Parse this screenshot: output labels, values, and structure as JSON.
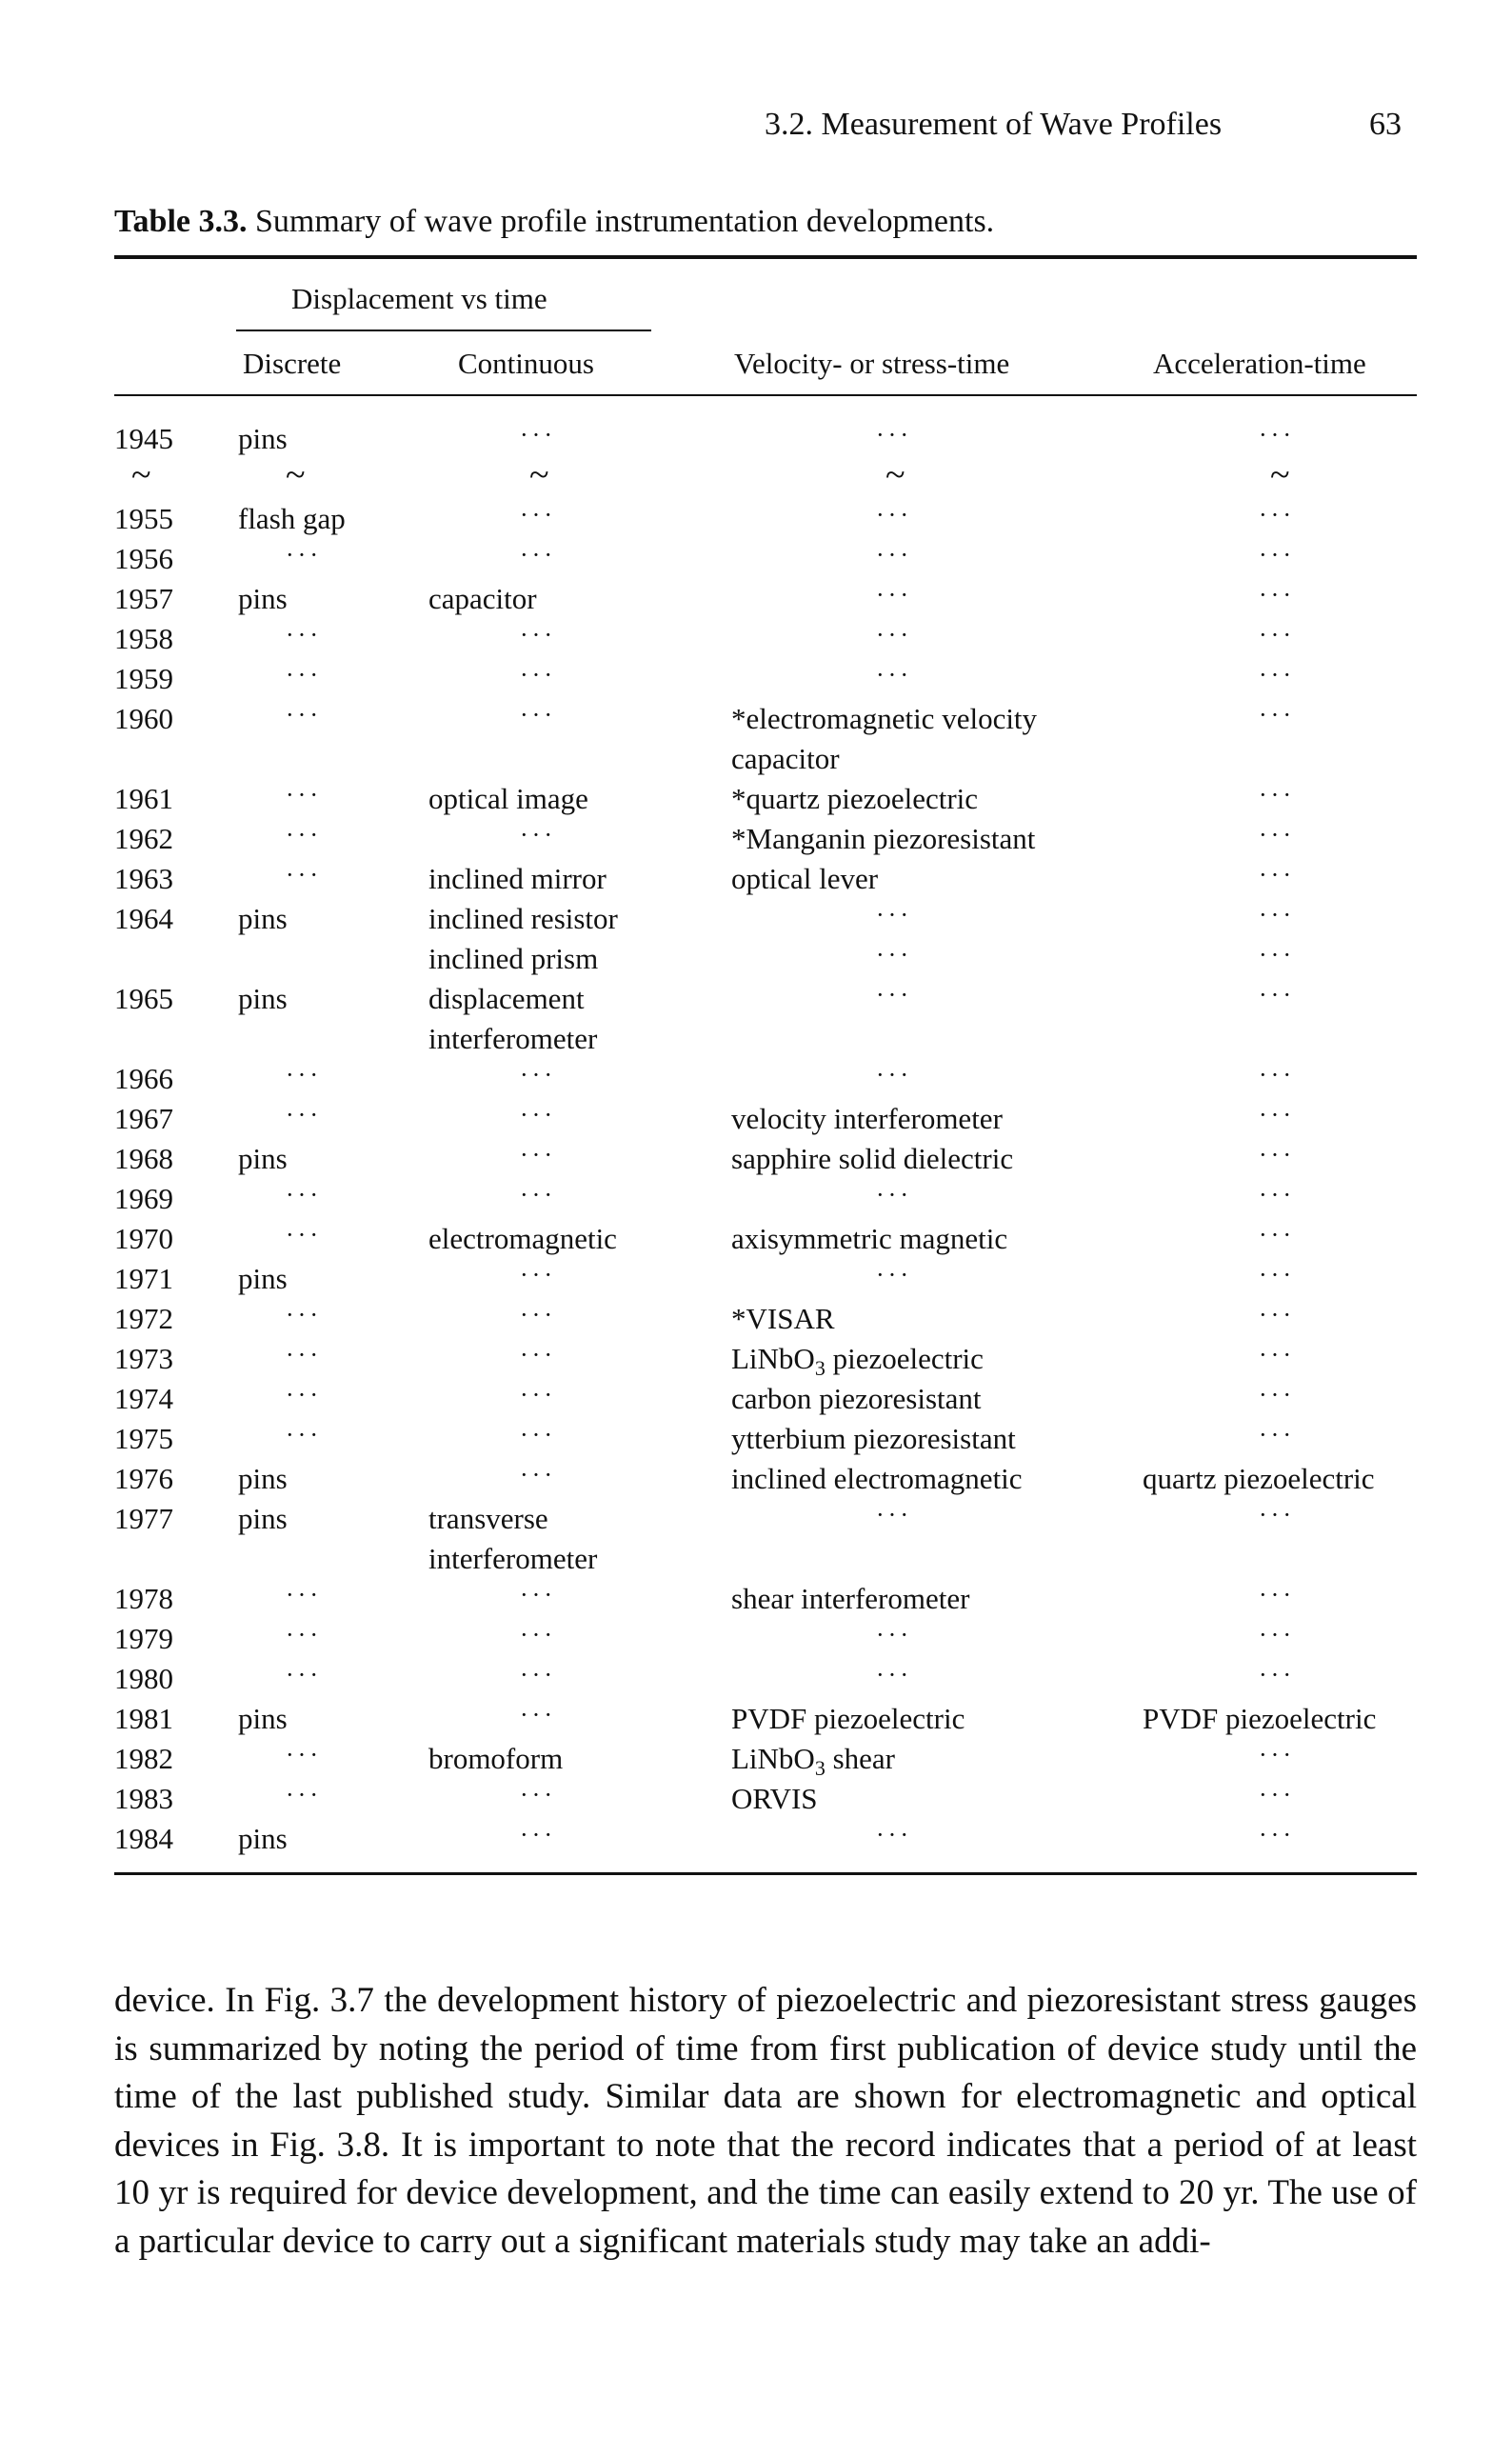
{
  "header": {
    "running_head": "3.2. Measurement of Wave Profiles",
    "page_number": "63"
  },
  "caption": {
    "label": "Table 3.3.",
    "text": "Summary of wave profile instrumentation developments."
  },
  "columns": {
    "group": "Displacement vs time",
    "discrete": "Discrete",
    "continuous": "Continuous",
    "velocity": "Velocity- or stress-time",
    "acceleration": "Acceleration-time"
  },
  "dots": "···",
  "tilde": "~",
  "rows": [
    {
      "year": "1945",
      "discrete": "pins",
      "continuous": "",
      "velocity": "",
      "accel": ""
    },
    {
      "year": "1955",
      "discrete": "flash gap",
      "continuous": "",
      "velocity": "",
      "accel": ""
    },
    {
      "year": "1956",
      "discrete": "",
      "continuous": "",
      "velocity": "",
      "accel": ""
    },
    {
      "year": "1957",
      "discrete": "pins",
      "continuous": "capacitor",
      "velocity": "",
      "accel": ""
    },
    {
      "year": "1958",
      "discrete": "",
      "continuous": "",
      "velocity": "",
      "accel": ""
    },
    {
      "year": "1959",
      "discrete": "",
      "continuous": "",
      "velocity": "",
      "accel": ""
    },
    {
      "year": "1960",
      "discrete": "",
      "continuous": "",
      "velocity": "*electromagnetic velocity",
      "velocity2": "capacitor",
      "accel": ""
    },
    {
      "year": "1961",
      "discrete": "",
      "continuous": "optical image",
      "velocity": "*quartz piezoelectric",
      "accel": ""
    },
    {
      "year": "1962",
      "discrete": "",
      "continuous": "",
      "velocity": "*Manganin piezoresistant",
      "accel": ""
    },
    {
      "year": "1963",
      "discrete": "",
      "continuous": "inclined mirror",
      "velocity": "optical lever",
      "accel": ""
    },
    {
      "year": "1964",
      "discrete": "pins",
      "continuous": "inclined resistor",
      "velocity": "",
      "accel": ""
    },
    {
      "year": "",
      "discrete": "-",
      "continuous": "inclined prism",
      "velocity": "",
      "accel": ""
    },
    {
      "year": "1965",
      "discrete": "pins",
      "continuous": "displacement",
      "continuous2": "interferometer",
      "velocity": "",
      "accel": ""
    },
    {
      "year": "1966",
      "discrete": "",
      "continuous": "",
      "velocity": "",
      "accel": ""
    },
    {
      "year": "1967",
      "discrete": "",
      "continuous": "",
      "velocity": "velocity interferometer",
      "accel": ""
    },
    {
      "year": "1968",
      "discrete": "pins",
      "continuous": "",
      "velocity": "sapphire solid dielectric",
      "accel": ""
    },
    {
      "year": "1969",
      "discrete": "",
      "continuous": "",
      "velocity": "",
      "accel": ""
    },
    {
      "year": "1970",
      "discrete": "",
      "continuous": "electromagnetic",
      "velocity": "axisymmetric magnetic",
      "accel": ""
    },
    {
      "year": "1971",
      "discrete": "pins",
      "continuous": "",
      "velocity": "",
      "accel": ""
    },
    {
      "year": "1972",
      "discrete": "",
      "continuous": "",
      "velocity": "*VISAR",
      "accel": ""
    },
    {
      "year": "1973",
      "discrete": "",
      "continuous": "",
      "velocity": "LiNbO3 piezoelectric",
      "accel": ""
    },
    {
      "year": "1974",
      "discrete": "",
      "continuous": "",
      "velocity": "carbon piezoresistant",
      "accel": ""
    },
    {
      "year": "1975",
      "discrete": "",
      "continuous": "",
      "velocity": "ytterbium piezoresistant",
      "accel": ""
    },
    {
      "year": "1976",
      "discrete": "pins",
      "continuous": "",
      "velocity": "inclined electromagnetic",
      "accel": "quartz piezoelectric"
    },
    {
      "year": "1977",
      "discrete": "pins",
      "continuous": "transverse",
      "continuous2": "interferometer",
      "velocity": "",
      "accel": ""
    },
    {
      "year": "1978",
      "discrete": "",
      "continuous": "",
      "velocity": "shear interferometer",
      "accel": ""
    },
    {
      "year": "1979",
      "discrete": "",
      "continuous": "",
      "velocity": "",
      "accel": ""
    },
    {
      "year": "1980",
      "discrete": "",
      "continuous": "",
      "velocity": "",
      "accel": ""
    },
    {
      "year": "1981",
      "discrete": "pins",
      "continuous": "",
      "velocity": "PVDF piezoelectric",
      "accel": "PVDF piezoelectric"
    },
    {
      "year": "1982",
      "discrete": "",
      "continuous": "bromoform",
      "velocity": "LiNbO3 shear",
      "accel": ""
    },
    {
      "year": "1983",
      "discrete": "",
      "continuous": "",
      "velocity": "ORVIS",
      "accel": ""
    },
    {
      "year": "1984",
      "discrete": "pins",
      "continuous": "",
      "velocity": "",
      "accel": ""
    }
  ],
  "body_text": "device. In Fig. 3.7 the development history of piezoelectric and piezoresistant stress gauges is summarized by noting the period of time from first publication of device study until the time of the last published study. Similar data are shown for electromagnetic and optical devices in Fig. 3.8. It is important to note that the record indicates that a period of at least 10 yr is required for device development, and the time can easily extend to 20 yr. The use of a particular device to carry out a significant materials study may take an addi-"
}
